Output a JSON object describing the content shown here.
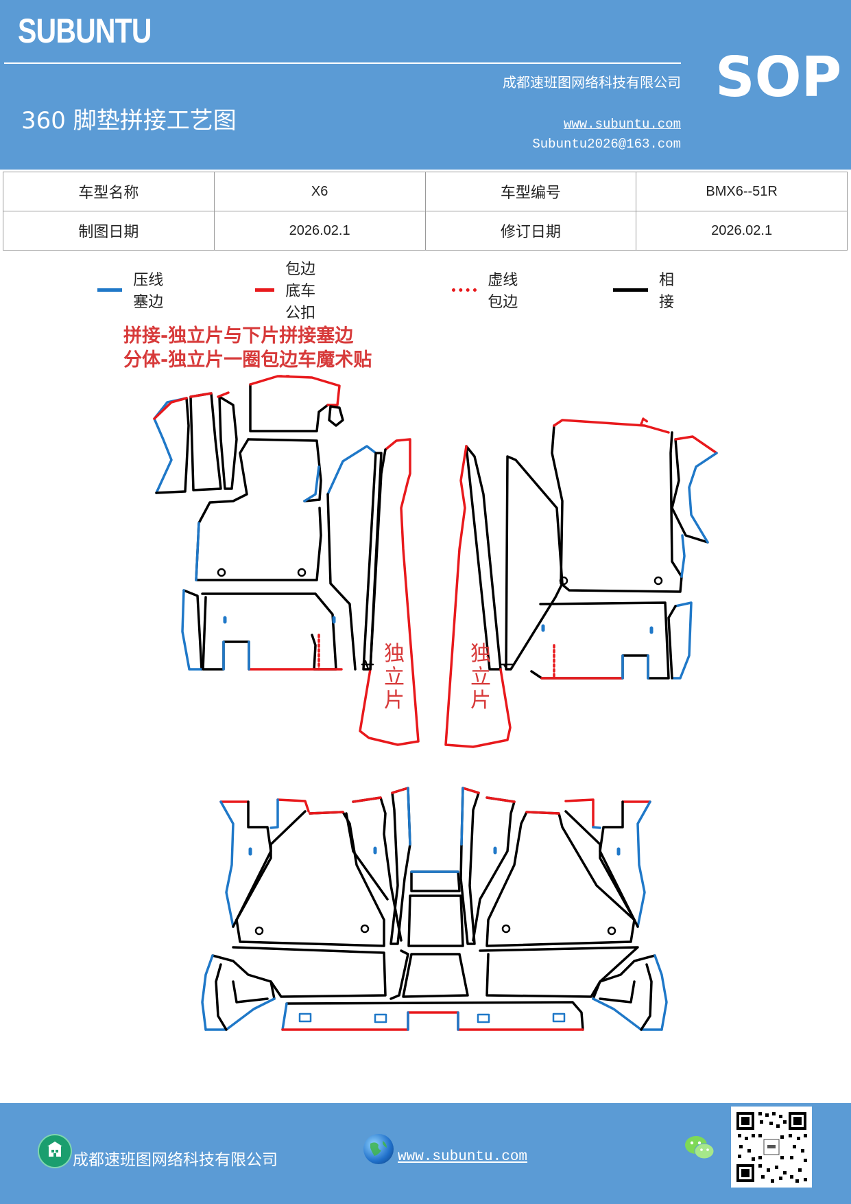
{
  "header": {
    "brand": "SUBUNTU",
    "company": "成都速班图网络科技有限公司",
    "title": "360 脚垫拼接工艺图",
    "website": "www.subuntu.com",
    "email": "Subuntu2026@163.com",
    "badge": "SOP"
  },
  "info_table": {
    "row1": {
      "label1": "车型名称",
      "value1": "X6",
      "label2": "车型编号",
      "value2": "BMX6--51R"
    },
    "row2": {
      "label1": "制图日期",
      "value1": "2026.02.1",
      "label2": "修订日期",
      "value2": "2026.02.1"
    }
  },
  "legend": [
    {
      "label": "压线塞边",
      "color": "#1f78c8",
      "style": "solid"
    },
    {
      "label": "包边底车公扣",
      "color": "#e8191c",
      "style": "solid"
    },
    {
      "label": "虚线包边",
      "color": "#e8191c",
      "style": "dotted"
    },
    {
      "label": "相接",
      "color": "#000000",
      "style": "solid"
    }
  ],
  "notes": {
    "line1": "拼接-独立片与下片拼接塞边",
    "line2": "分体-独立片一圈包边车魔术贴",
    "independent_piece": "独立片"
  },
  "colors": {
    "header_bg": "#5b9bd5",
    "blue_line": "#1f78c8",
    "red_line": "#e8191c",
    "black_line": "#000000",
    "note_red": "#d73a3a"
  },
  "footer": {
    "company": "成都速班图网络科技有限公司",
    "website": "www.subuntu.com",
    "icons": [
      "company-icon",
      "globe-icon",
      "wechat-icon",
      "qr-code"
    ]
  }
}
